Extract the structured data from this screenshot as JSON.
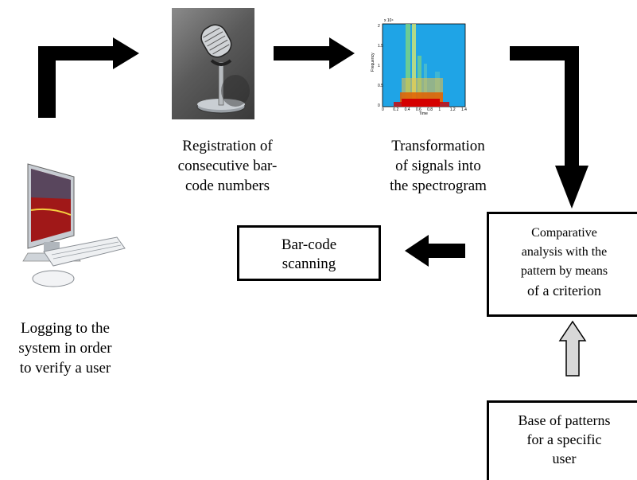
{
  "steps": {
    "microphone_caption": [
      "Registration of",
      "consecutive bar-",
      "code numbers"
    ],
    "spectrogram_caption": [
      "Transformation",
      "of signals into",
      "the spectrogram"
    ],
    "computer_caption": [
      "Logging to the",
      "system in order",
      "to verify a user"
    ],
    "barcode_box": [
      "Bar-code",
      "scanning"
    ],
    "comparison_box": [
      "Comparative",
      "analysis with the",
      "pattern by means",
      "of a criterion"
    ],
    "patterns_box": [
      "Base of patterns",
      "for a specific",
      "user"
    ]
  },
  "spectrogram": {
    "exponent_label": "x 10⁴",
    "y_axis_label": "Frequency",
    "x_axis_label": "Time",
    "y_ticks": [
      "2",
      "1.5",
      "1",
      "0.5",
      "0"
    ],
    "x_ticks": [
      "0",
      "0.2",
      "0.4",
      "0.6",
      "0.8",
      "1",
      "1.2",
      "1.4"
    ]
  },
  "icons": {
    "microphone": "microphone-icon",
    "computer": "computer-icon",
    "spectrogram": "spectrogram-image"
  },
  "colors": {
    "arrow": "#000000",
    "hollow_arrow_fill": "#d8d8d8",
    "spectro_bg": "#1fa4e6",
    "spectro_hot": "#d40000"
  }
}
